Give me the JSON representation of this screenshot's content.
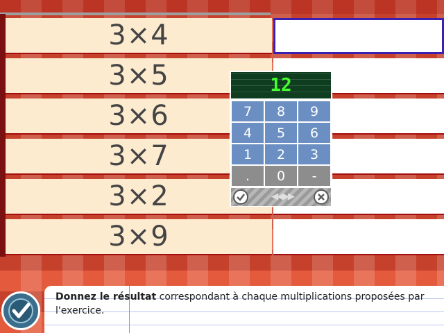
{
  "rows": [
    {
      "expression": "3×4",
      "answer": ""
    },
    {
      "expression": "3×5",
      "answer": ""
    },
    {
      "expression": "3×6",
      "answer": ""
    },
    {
      "expression": "3×7",
      "answer": ""
    },
    {
      "expression": "3×2",
      "answer": ""
    },
    {
      "expression": "3×9",
      "answer": ""
    }
  ],
  "keypad": {
    "display_value": "12",
    "keys": [
      "7",
      "8",
      "9",
      "4",
      "5",
      "6",
      "1",
      "2",
      "3",
      ".",
      "0",
      "-"
    ],
    "confirm_icon": "check-circle-icon",
    "cancel_icon": "x-circle-icon",
    "arrows_icon": "double-arrow-icon"
  },
  "instructions": {
    "bold": "Donnez le résultat",
    "text": " correspondant à chaque multiplications proposées par l'exercice."
  },
  "validate_icon": "checkmark-icon",
  "colors": {
    "background_red": "#e45a3d",
    "cell_cream": "#fdebcf",
    "active_border": "#3b1fb0",
    "display_green": "#46ff2e",
    "key_blue": "#6b8fc2",
    "key_gray": "#8d8d8d"
  }
}
